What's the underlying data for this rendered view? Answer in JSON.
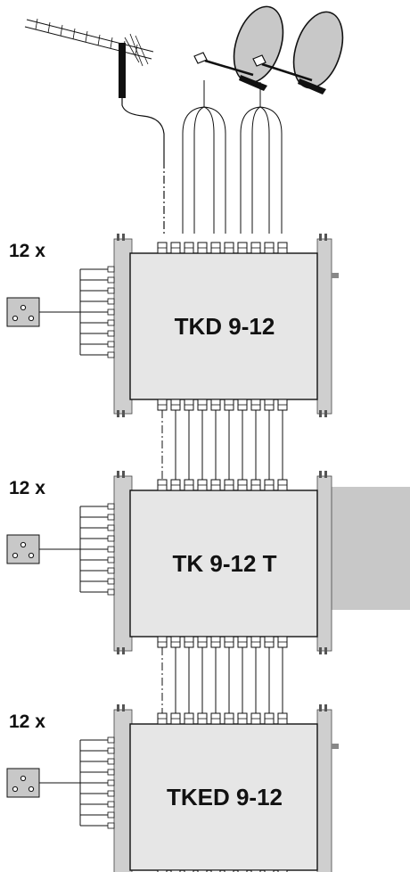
{
  "units": [
    {
      "model": "TKD 9-12",
      "outputs_label": "12 x",
      "has_side_module": false
    },
    {
      "model": "TK 9-12 T",
      "outputs_label": "12 x",
      "has_side_module": true
    },
    {
      "model": "TKED 9-12",
      "outputs_label": "12 x",
      "has_side_module": false
    }
  ],
  "colors": {
    "housing": "#e6e6e6",
    "flange": "#cfcfcf",
    "line": "#111111",
    "side_module": "#c8c8c8",
    "dish": "#c8c8c8"
  },
  "icons": [
    "terrestrial-antenna-icon",
    "satellite-dish-icon",
    "wall-socket-icon"
  ]
}
